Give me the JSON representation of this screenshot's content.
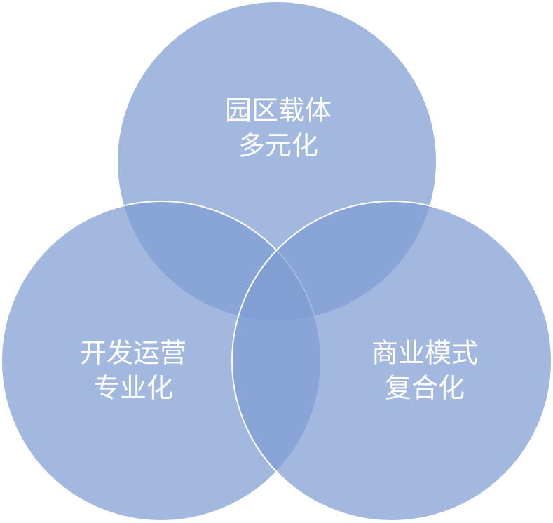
{
  "diagram": {
    "type": "venn",
    "colors": {
      "circle_fill": "#809DD2",
      "circle_stroke": "#FFFFFF",
      "text": "#FFFFFF"
    },
    "sets": [
      {
        "id": "top",
        "lines": [
          "园区载体",
          "多元化"
        ]
      },
      {
        "id": "left",
        "lines": [
          "开发运营",
          "专业化"
        ]
      },
      {
        "id": "right",
        "lines": [
          "商业模式",
          "复合化"
        ]
      }
    ]
  }
}
